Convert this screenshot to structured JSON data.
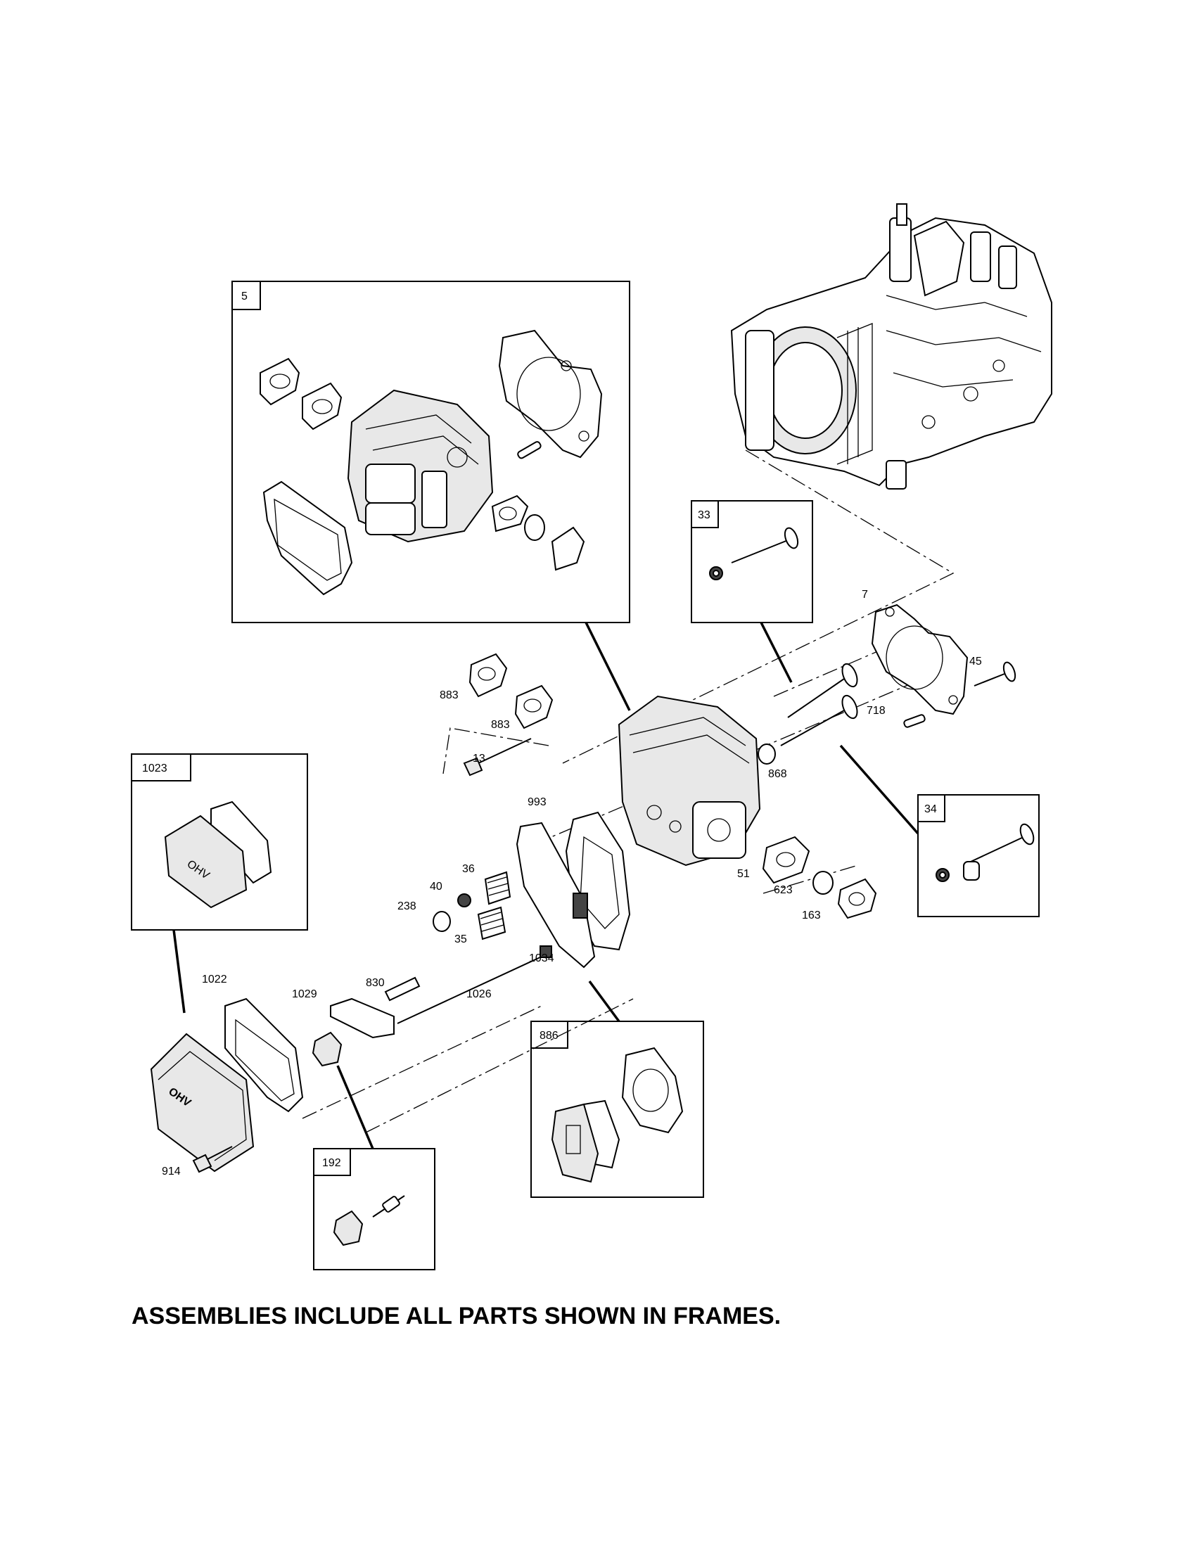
{
  "footer_note": "ASSEMBLIES INCLUDE ALL PARTS SHOWN IN FRAMES.",
  "frames": {
    "cylinder_head_assembly": "5",
    "exhaust_valve": "33",
    "intake_valve": "34",
    "rocker_cover_assembly": "1023",
    "gasket_set": "886",
    "adjusting_kit": "192"
  },
  "callouts": {
    "head_gasket": "7",
    "valve_45": "45",
    "pin_718": "718",
    "seal_868": "868",
    "gasket_883a": "883",
    "gasket_883b": "883",
    "screw_13": "13",
    "gasket_993": "993",
    "spring_36": "36",
    "retainer_40": "40",
    "seal_238": "238",
    "spring_35": "35",
    "gasket_51": "51",
    "gasket_623": "623",
    "gasket_163": "163",
    "bolt_1034": "1034",
    "gasket_1022": "1022",
    "rocker_1029": "1029",
    "stud_830": "830",
    "pushrod_1026": "1026",
    "screw_914": "914"
  },
  "cover_emboss_text": "OHV"
}
